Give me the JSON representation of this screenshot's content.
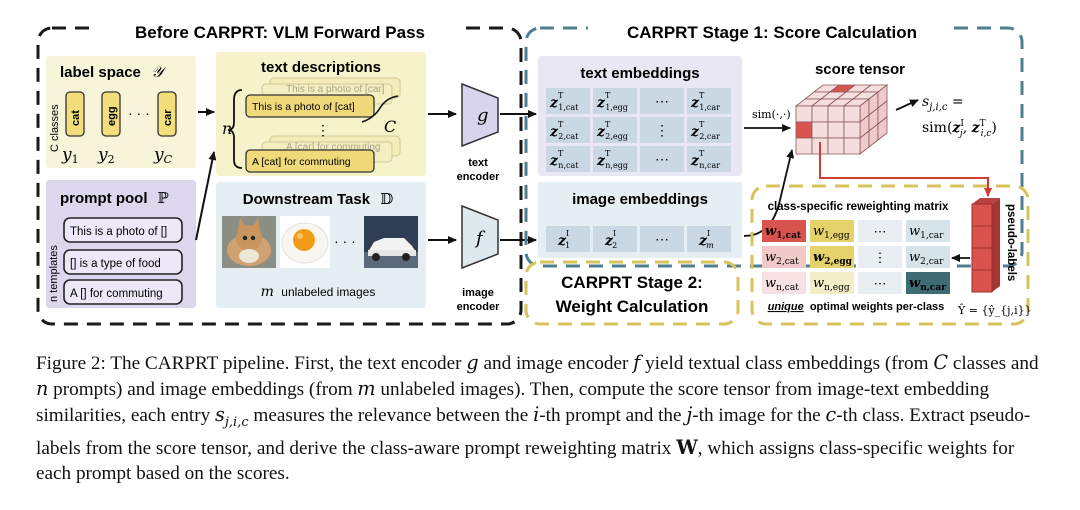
{
  "figure": {
    "forward_pass_title": "Before CARPRT: VLM Forward Pass",
    "stage1_title": "CARPRT Stage 1: Score Calculation",
    "stage2_title_line1": "CARPRT Stage 2:",
    "stage2_title_line2": "Weight Calculation",
    "label_space": {
      "title": "label space",
      "symbol": "𝒴",
      "side_label": "C classes",
      "classes": [
        "cat",
        "egg",
        "car"
      ],
      "ellipsis": "· · ·",
      "y_labels": [
        "y1",
        "y2",
        "yC"
      ]
    },
    "prompt_pool": {
      "title": "prompt pool",
      "symbol": "ℙ",
      "side_label": "n templates",
      "templates": [
        "This is a photo of []",
        "[] is a type of food",
        "A [] for commuting"
      ]
    },
    "text_descriptions": {
      "title": "text descriptions",
      "n_label": "n",
      "c_label": "C",
      "front": [
        "This is a photo of [cat]",
        "A [cat] for commuting"
      ],
      "back": [
        "This is a photo of [car]",
        "A [car] for commuting"
      ],
      "vdots": "⋮"
    },
    "downstream": {
      "title": "Downstream Task",
      "symbol": "𝔻",
      "caption_m": "m",
      "caption_rest": "unlabeled images",
      "ellipsis": "· · ·"
    },
    "text_encoder": {
      "symbol": "g",
      "label_line1": "text",
      "label_line2": "encoder"
    },
    "image_encoder": {
      "symbol": "f",
      "label_line1": "image",
      "label_line2": "encoder"
    },
    "text_embeddings": {
      "title": "text embeddings",
      "rows": [
        [
          "1,cat",
          "1,egg",
          "⋯",
          "1,car"
        ],
        [
          "2,cat",
          "2,egg",
          "⋮",
          "2,car"
        ],
        [
          "n,cat",
          "n,egg",
          "⋯",
          "n,car"
        ]
      ]
    },
    "image_embeddings": {
      "title": "image embeddings",
      "cells": [
        "1",
        "2",
        "⋯",
        "m"
      ]
    },
    "similarity_label": "sim(·,·)",
    "score_tensor": {
      "title": "score tensor",
      "eq_lhs": "s_{j,i,c} =",
      "eq_rhs": "sim(z_j^I, z_{i,c}^T)"
    },
    "reweighting": {
      "title": "class-specific reweighting matrix",
      "rows": [
        [
          "1,cat",
          "1,egg",
          "⋯",
          "1,car"
        ],
        [
          "2,cat",
          "2,egg",
          "⋮",
          "2,car"
        ],
        [
          "n,cat",
          "n,egg",
          "⋯",
          "n,car"
        ]
      ],
      "footer_em": "unique",
      "footer_rest": "optimal weights per-class"
    },
    "pseudo_labels": {
      "label": "pseudo-labels",
      "set": "Ŷ = {ŷ_{j,i}}"
    }
  },
  "caption": {
    "fig_label": "Figure 2:",
    "text": "The CARPRT pipeline. First, the text encoder g and image encoder f yield textual class embeddings (from C classes and n prompts) and image embeddings (from m unlabeled images). Then, compute the score tensor from image-text embedding similarities, each entry s_{j,i,c} measures the relevance between the i-th prompt and the j-th image for the c-th class. Extract pseudo-labels from the score tensor, and derive the class-aware prompt reweighting matrix W, which assigns class-specific weights for each prompt based on the scores."
  },
  "colors": {
    "forward_border": "#1a1a1a",
    "stage1_border": "#4e7f8f",
    "stage2_border": "#d8c35a",
    "label_panel": "#f7f4da",
    "prompt_panel": "#ddd7ee",
    "textdesc_panel": "#f6f2c9",
    "downstream_panel": "#e4eef3",
    "encoder": "#d8d4ee",
    "emb_panel": "#e8e7f3",
    "emb_cell": "#c9d8e3",
    "red": "#d9534f",
    "yellow": "#e6d26b",
    "pink": "#f1c9c9",
    "teal": "#3e6b74",
    "arrow_red": "#d23b2f"
  }
}
